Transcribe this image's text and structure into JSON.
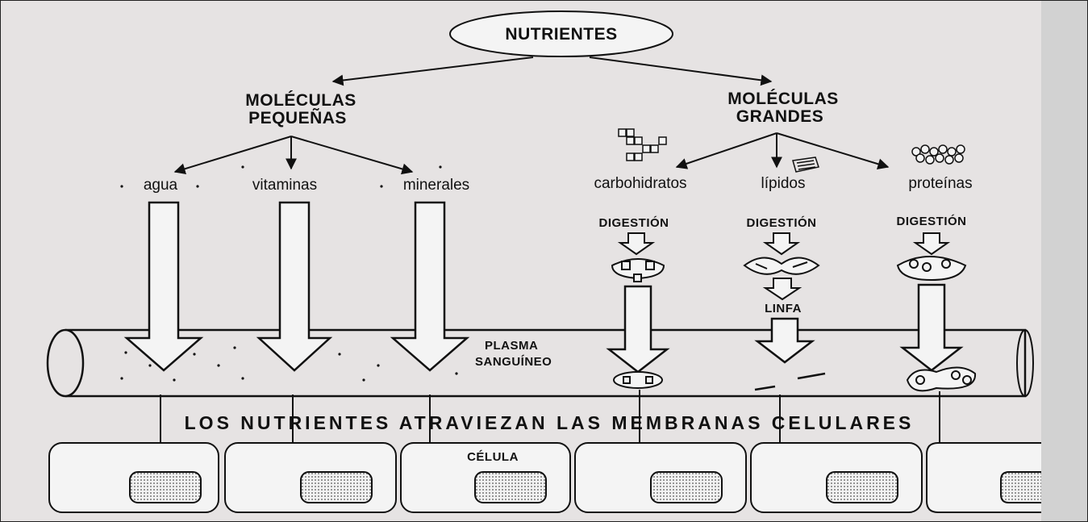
{
  "diagram": {
    "root": "NUTRIENTES",
    "small_molecules": {
      "label_line1": "MOLÉCULAS",
      "label_line2": "PEQUEÑAS",
      "items": [
        "agua",
        "vitaminas",
        "minerales"
      ]
    },
    "large_molecules": {
      "label_line1": "MOLÉCULAS",
      "label_line2": "GRANDES",
      "items": [
        "carbohidratos",
        "lípidos",
        "proteínas"
      ]
    },
    "process_label": "DIGESTIÓN",
    "lymph_label": "LINFA",
    "plasma_line1": "PLASMA",
    "plasma_line2": "SANGUÍNEO",
    "banner": "LOS NUTRIENTES ATRAVIEZAN LAS MEMBRANAS CELULARES",
    "cell_label": "CÉLULA"
  },
  "colors": {
    "background": "#e6e3e3",
    "ink": "#111111",
    "fill": "#f4f4f4"
  }
}
